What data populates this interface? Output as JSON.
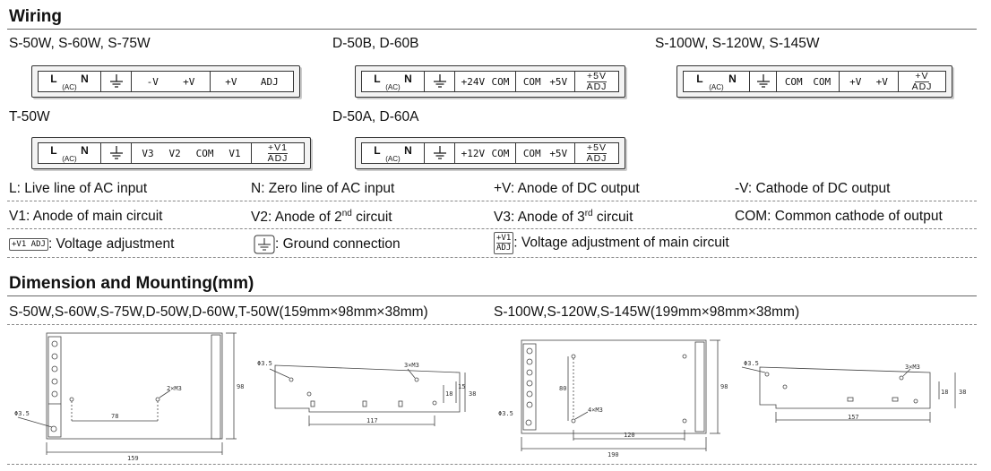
{
  "wiring": {
    "title": "Wiring",
    "group1": {
      "label": "S-50W, S-60W, S-75W",
      "cells": [
        "-V",
        "+V",
        "+V",
        "ADJ"
      ]
    },
    "group2": {
      "label": "D-50B, D-60B",
      "cells": [
        "+24V",
        "COM",
        "COM",
        "+5V"
      ],
      "adj_top": "+5V",
      "adj_bottom": "ADJ"
    },
    "group3": {
      "label": "S-100W, S-120W, S-145W",
      "cells": [
        "COM",
        "COM",
        "+V",
        "+V"
      ],
      "adj_top": "+V",
      "adj_bottom": "ADJ"
    },
    "group4": {
      "label": "T-50W",
      "cells": [
        "V3",
        "V2",
        "COM",
        "V1"
      ],
      "adj_top": "+V1",
      "adj_bottom": "ADJ"
    },
    "group5": {
      "label": "D-50A, D-60A",
      "cells": [
        "+12V",
        "COM",
        "COM",
        "+5V"
      ],
      "adj_top": "+5V",
      "adj_bottom": "ADJ"
    },
    "terminal": {
      "l": "L",
      "n": "N",
      "ac": "(AC)"
    },
    "legend": {
      "l": "L: Live line of AC input",
      "n": "N: Zero line of AC input",
      "pv": "+V: Anode of DC output",
      "nv": "-V: Cathode of DC output",
      "v1": "V1: Anode of main circuit",
      "v2_a": "V2: Anode of 2",
      "v2_sup": "nd",
      "v2_b": " circuit",
      "v3_a": "V3: Anode of 3",
      "v3_sup": "rd",
      "v3_b": " circuit",
      "com": "COM: Common cathode of output",
      "adj_icon": "+V1 ADJ",
      "adj": ": Voltage adjustment",
      "gnd": ": Ground connection",
      "adj_main_top": "+V1",
      "adj_main_bottom": "ADJ",
      "adj_main": ": Voltage adjustment of main circuit"
    }
  },
  "dimension": {
    "title": "Dimension and Mounting(mm)",
    "sub1": "S-50W,S-60W,S-75W,D-50W,D-60W,T-50W(159mm×98mm×38mm)",
    "sub2": "S-100W,S-120W,S-145W(199mm×98mm×38mm)",
    "d1": {
      "hole": "Φ3.5",
      "screw": "2×M3",
      "w1": "78",
      "w2": "159",
      "h": "98"
    },
    "d2": {
      "hole": "Φ3.5",
      "screw": "3×M3",
      "w": "117",
      "h1": "18",
      "h2": "38",
      "h3": "15"
    },
    "d3": {
      "hole": "Φ3.5",
      "screw": "4×M3",
      "w1": "120",
      "w2": "190",
      "h1": "98",
      "h2": "80"
    },
    "d4": {
      "hole": "Φ3.5",
      "screw": "3×M3",
      "w": "157",
      "h1": "18",
      "h2": "38"
    }
  }
}
